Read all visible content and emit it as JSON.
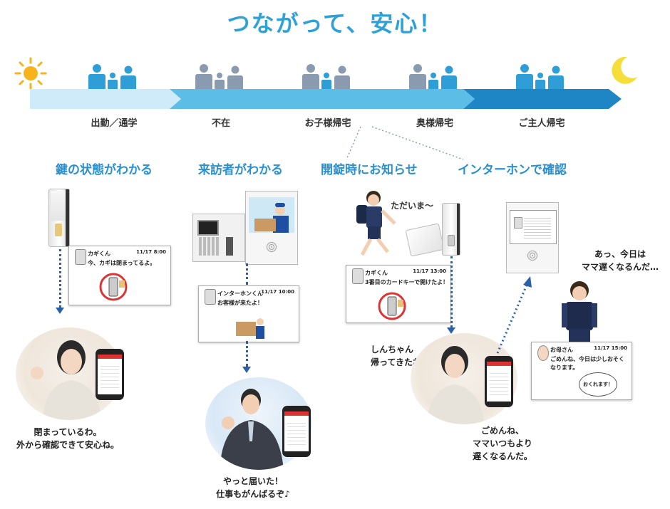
{
  "title": "つながって、安心！",
  "stages": [
    {
      "label": "出勤／通学"
    },
    {
      "label": "不在"
    },
    {
      "label": "お子様帰宅"
    },
    {
      "label": "奥様帰宅"
    },
    {
      "label": "ご主人帰宅"
    }
  ],
  "features": [
    "鍵の状態がわかる",
    "来訪者がわかる",
    "開錠時にお知らせ",
    "インターホンで確認"
  ],
  "cards": {
    "lock": {
      "who": "カギくん",
      "time": "11/17 8:00",
      "msg": "今、カギは閉まってるよ。"
    },
    "intercom": {
      "who": "インターホンくん",
      "time": "11/17 10:00",
      "msg": "お客様が来たよ！"
    },
    "child": {
      "who": "カギくん",
      "time": "11/17 13:00",
      "msg": "3番目のカードキーで開けたよ！"
    },
    "mother": {
      "who": "お母さん",
      "time": "11/17 15:00",
      "msg1": "ごめんね、今日は少しおそく",
      "msg2": "なります。",
      "stamp": "おくれます！"
    }
  },
  "speech": {
    "mother_morning_1": "閉まっているわ。",
    "mother_morning_2": "外から確認できて安心ね。",
    "husband_1": "やっと届いた！",
    "husband_2": "仕事もがんばるぞ♪",
    "child_home": "ただいま〜",
    "mother_afternoon_1": "しんちゃん",
    "mother_afternoon_2": "帰ってきたわ",
    "mother_reply_1": "ごめんね、",
    "mother_reply_2": "ママいつもより",
    "mother_reply_3": "遅くなるんだ。",
    "child_reply_1": "あっ、今日は",
    "child_reply_2": "ママ遅くなるんだ…"
  },
  "colors": {
    "title": "#2ea2d8",
    "timeline_light": "#cfeaf8",
    "timeline_mid": "#5cbde6",
    "timeline_dark": "#1e86c4",
    "people_active": "#2f9ed6",
    "people_inactive": "#8a9bb0",
    "arrow": "#2b5fa8",
    "sun": "#f7b31d",
    "moon": "#f6de3a"
  }
}
